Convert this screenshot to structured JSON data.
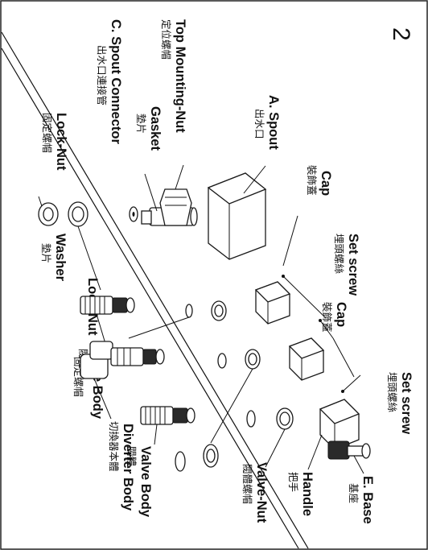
{
  "page": {
    "number": "2"
  },
  "parts": {
    "top_mounting_nut": {
      "label": "Top Mounting-Nut",
      "label_cn": "定位螺帽"
    },
    "spout_connector": {
      "label": "C. Spout Connector",
      "label_cn": "出水口連接管"
    },
    "spout": {
      "label": "A. Spout",
      "label_cn": "出水口"
    },
    "gasket": {
      "label": "Gasket",
      "label_cn": "墊片"
    },
    "cap_1": {
      "label": "Cap",
      "label_cn": "裝飾蓋"
    },
    "set_screw_1": {
      "label": "Set screw",
      "label_cn": "埋頭螺絲"
    },
    "cap_2": {
      "label": "Cap",
      "label_cn": "裝飾蓋"
    },
    "set_screw_2": {
      "label": "Set screw",
      "label_cn": "埋頭螺絲"
    },
    "lock_nut_1": {
      "label": "Lock-Nut",
      "label_cn": "固定螺帽"
    },
    "washer": {
      "label": "Washer",
      "label_cn": "墊片"
    },
    "lock_nut_2": {
      "label": "Lock-Nut",
      "label_cn": "固定螺帽"
    },
    "valve_body_1": {
      "label": "Valve Body",
      "label_cn": "閥體"
    },
    "diverter_body": {
      "label": "Diverter Body",
      "label_cn": "切換器本體"
    },
    "valve_body_2": {
      "label": "Valve Body",
      "label_cn": "閥體"
    },
    "valve_nut": {
      "label": "Valve-Nut",
      "label_cn": "閥體螺帽"
    },
    "handle": {
      "label": "Handle",
      "label_cn": "把手"
    },
    "base": {
      "label": "E. Base",
      "label_cn": "基座"
    }
  }
}
